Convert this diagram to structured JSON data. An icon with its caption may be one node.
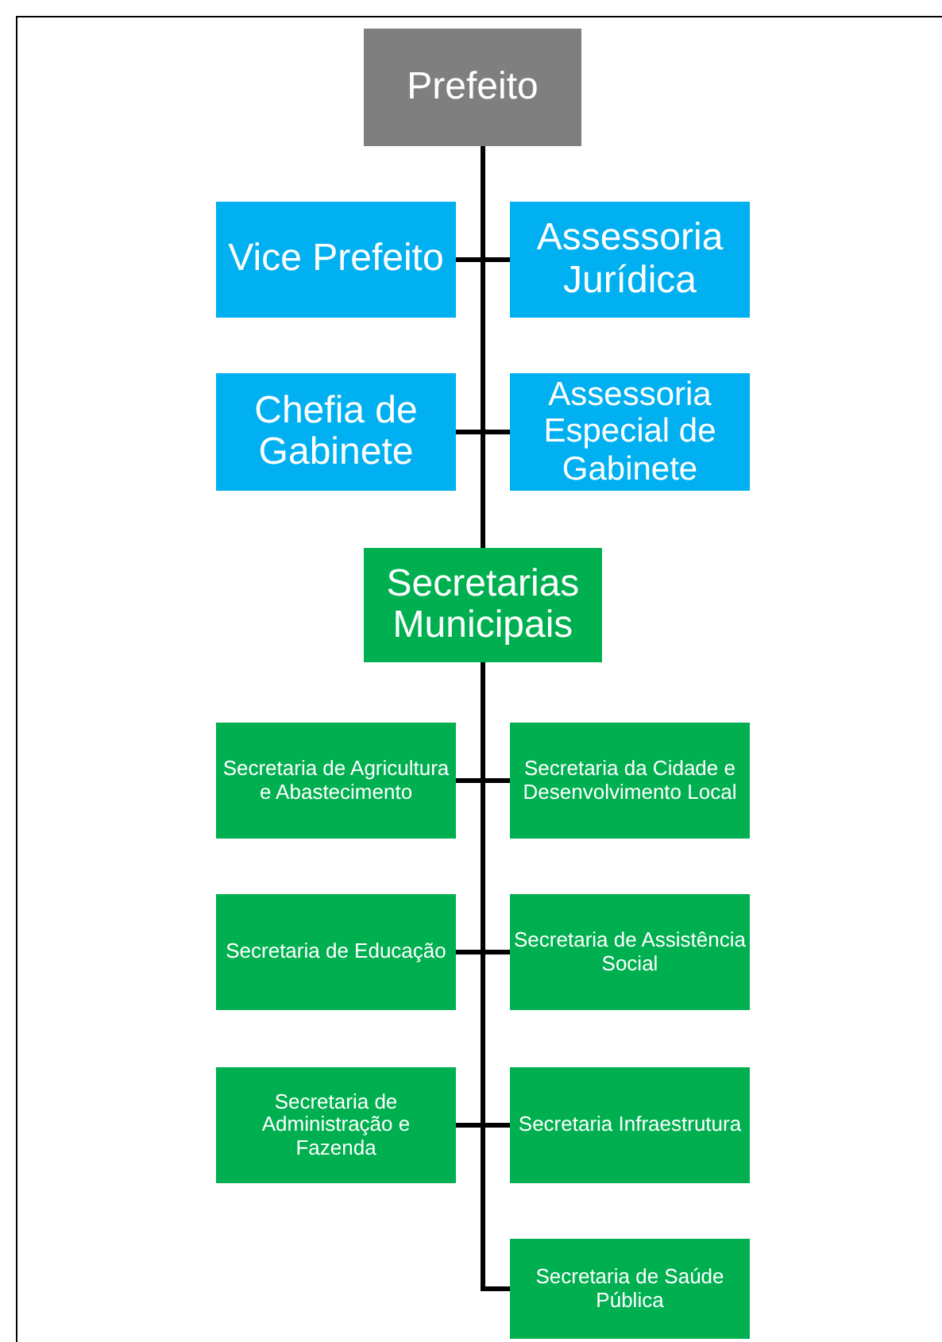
{
  "diagram": {
    "nodes": [
      {
        "text": [
          "Prefeito"
        ]
      },
      {
        "text": [
          "Vice Prefeito"
        ]
      },
      {
        "text": [
          "Assessoria Jurídica"
        ]
      },
      {
        "text": [
          "Chefia de Gabinete"
        ]
      },
      {
        "text": [
          "Assessoria Especial de Gabinete"
        ]
      },
      {
        "text": [
          "Secretarias Municipais"
        ]
      },
      {
        "text": [
          "Secretaria de Agricultura e Abastecimento"
        ]
      },
      {
        "text": [
          "Secretaria da Cidade e Desenvolvimento Local"
        ]
      },
      {
        "text": [
          "Secretaria de Educação"
        ]
      },
      {
        "text": [
          "Secretaria de Assistência Social"
        ]
      },
      {
        "text": [
          "Secretaria de Administração e Fazenda"
        ]
      },
      {
        "text": [
          "Secretaria Infraestrutura"
        ]
      },
      {
        "text": [
          "Secretaria de Saúde Pública"
        ]
      }
    ],
    "edges": [
      {
        "from": 0,
        "to": 1,
        "arrow": "none"
      },
      {
        "from": 0,
        "to": 2,
        "arrow": "none"
      },
      {
        "from": 0,
        "to": 3,
        "arrow": "none"
      },
      {
        "from": 0,
        "to": 4,
        "arrow": "none"
      },
      {
        "from": 0,
        "to": 5,
        "arrow": "none"
      },
      {
        "from": 5,
        "to": 6,
        "arrow": "none"
      },
      {
        "from": 5,
        "to": 7,
        "arrow": "none"
      },
      {
        "from": 5,
        "to": 8,
        "arrow": "none"
      },
      {
        "from": 5,
        "to": 9,
        "arrow": "none"
      },
      {
        "from": 5,
        "to": 10,
        "arrow": "none"
      },
      {
        "from": 5,
        "to": 11,
        "arrow": "none"
      },
      {
        "from": 5,
        "to": 12,
        "arrow": "none"
      }
    ]
  }
}
